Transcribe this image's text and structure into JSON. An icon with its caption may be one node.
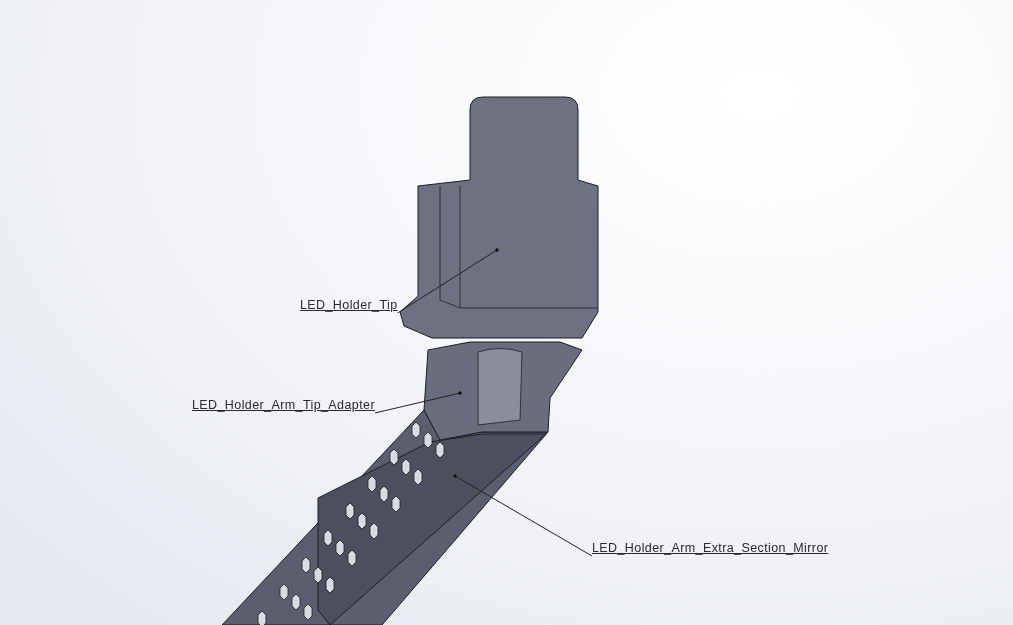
{
  "diagram": {
    "nodes": [
      {
        "text": [
          "LED_Holder_Tip"
        ]
      },
      {
        "text": [],
        "shape": "picture"
      },
      {
        "text": [
          "LED_Holder_Arm_Tip_Adapter"
        ]
      },
      {
        "text": [],
        "shape": "picture"
      },
      {
        "text": [
          "LED_Holder_Arm_Extra_Section_Mirror"
        ]
      },
      {
        "text": [],
        "shape": "picture"
      }
    ],
    "edges": [
      {
        "from": 0,
        "to": 1,
        "arrow": "other"
      },
      {
        "from": 2,
        "to": 3,
        "arrow": "other"
      },
      {
        "from": 4,
        "to": 5,
        "arrow": "other"
      }
    ]
  }
}
